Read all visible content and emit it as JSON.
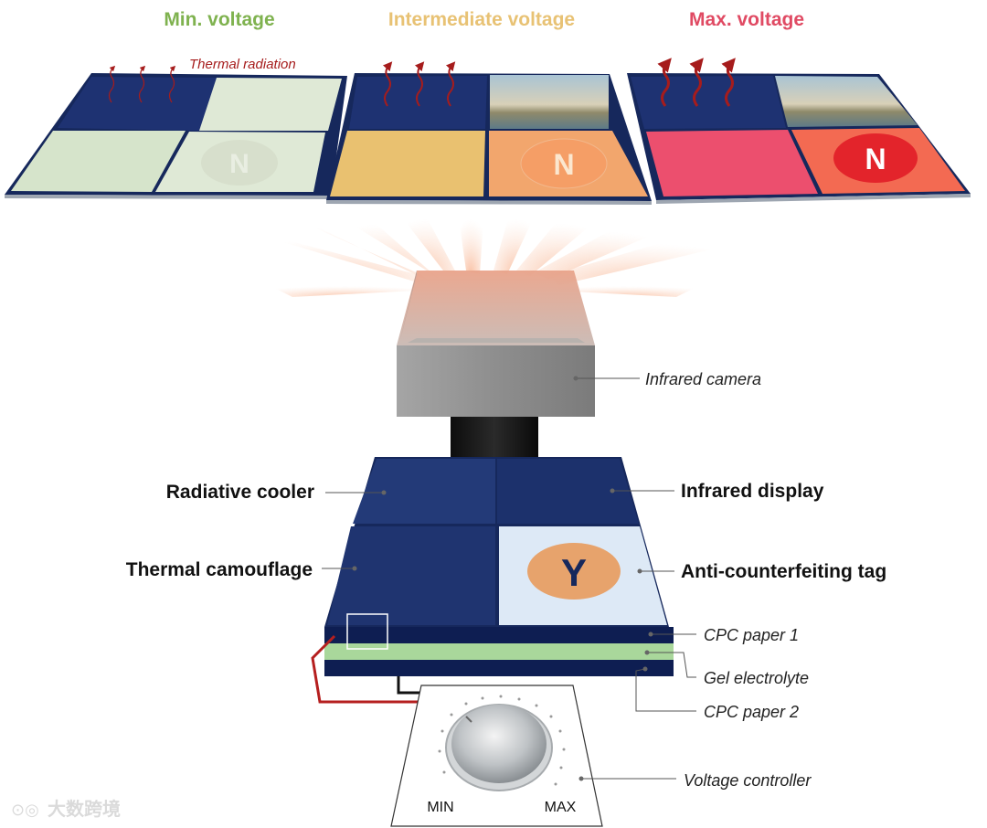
{
  "panels": [
    {
      "title": "Min. voltage",
      "title_color": "#7fb24f",
      "badge_letter": "N"
    },
    {
      "title": "Intermediate voltage",
      "title_color": "#e8c274",
      "badge_letter": "N"
    },
    {
      "title": "Max. voltage",
      "title_color": "#e04a63",
      "badge_letter": "N"
    }
  ],
  "thermal_radiation_label": "Thermal radiation",
  "camera_label": "Infrared camera",
  "device": {
    "tag_letter": "Y",
    "labels": {
      "radiative_cooler": "Radiative cooler",
      "infrared_display": "Infrared display",
      "thermal_camouflage": "Thermal camoufla​ge",
      "anti_counterfeiting": "Anti-counterfeiting tag",
      "cpc1": "CPC paper 1",
      "gel": "Gel electrolyte",
      "cpc2": "CPC paper 2",
      "voltage_controller": "Voltage controller"
    }
  },
  "knob": {
    "min_label": "MIN",
    "max_label": "MAX"
  },
  "watermark": "大数跨境",
  "colors": {
    "navy": "#16285c",
    "min_tile": "#dfe9d6",
    "mid_tile": "#e9c170",
    "mid_tile2": "#f2a66d",
    "max_tile": "#ec4f6e",
    "max_tile2": "#f36a52",
    "gel": "#a9d79b",
    "radiation": "#a61c1c"
  }
}
